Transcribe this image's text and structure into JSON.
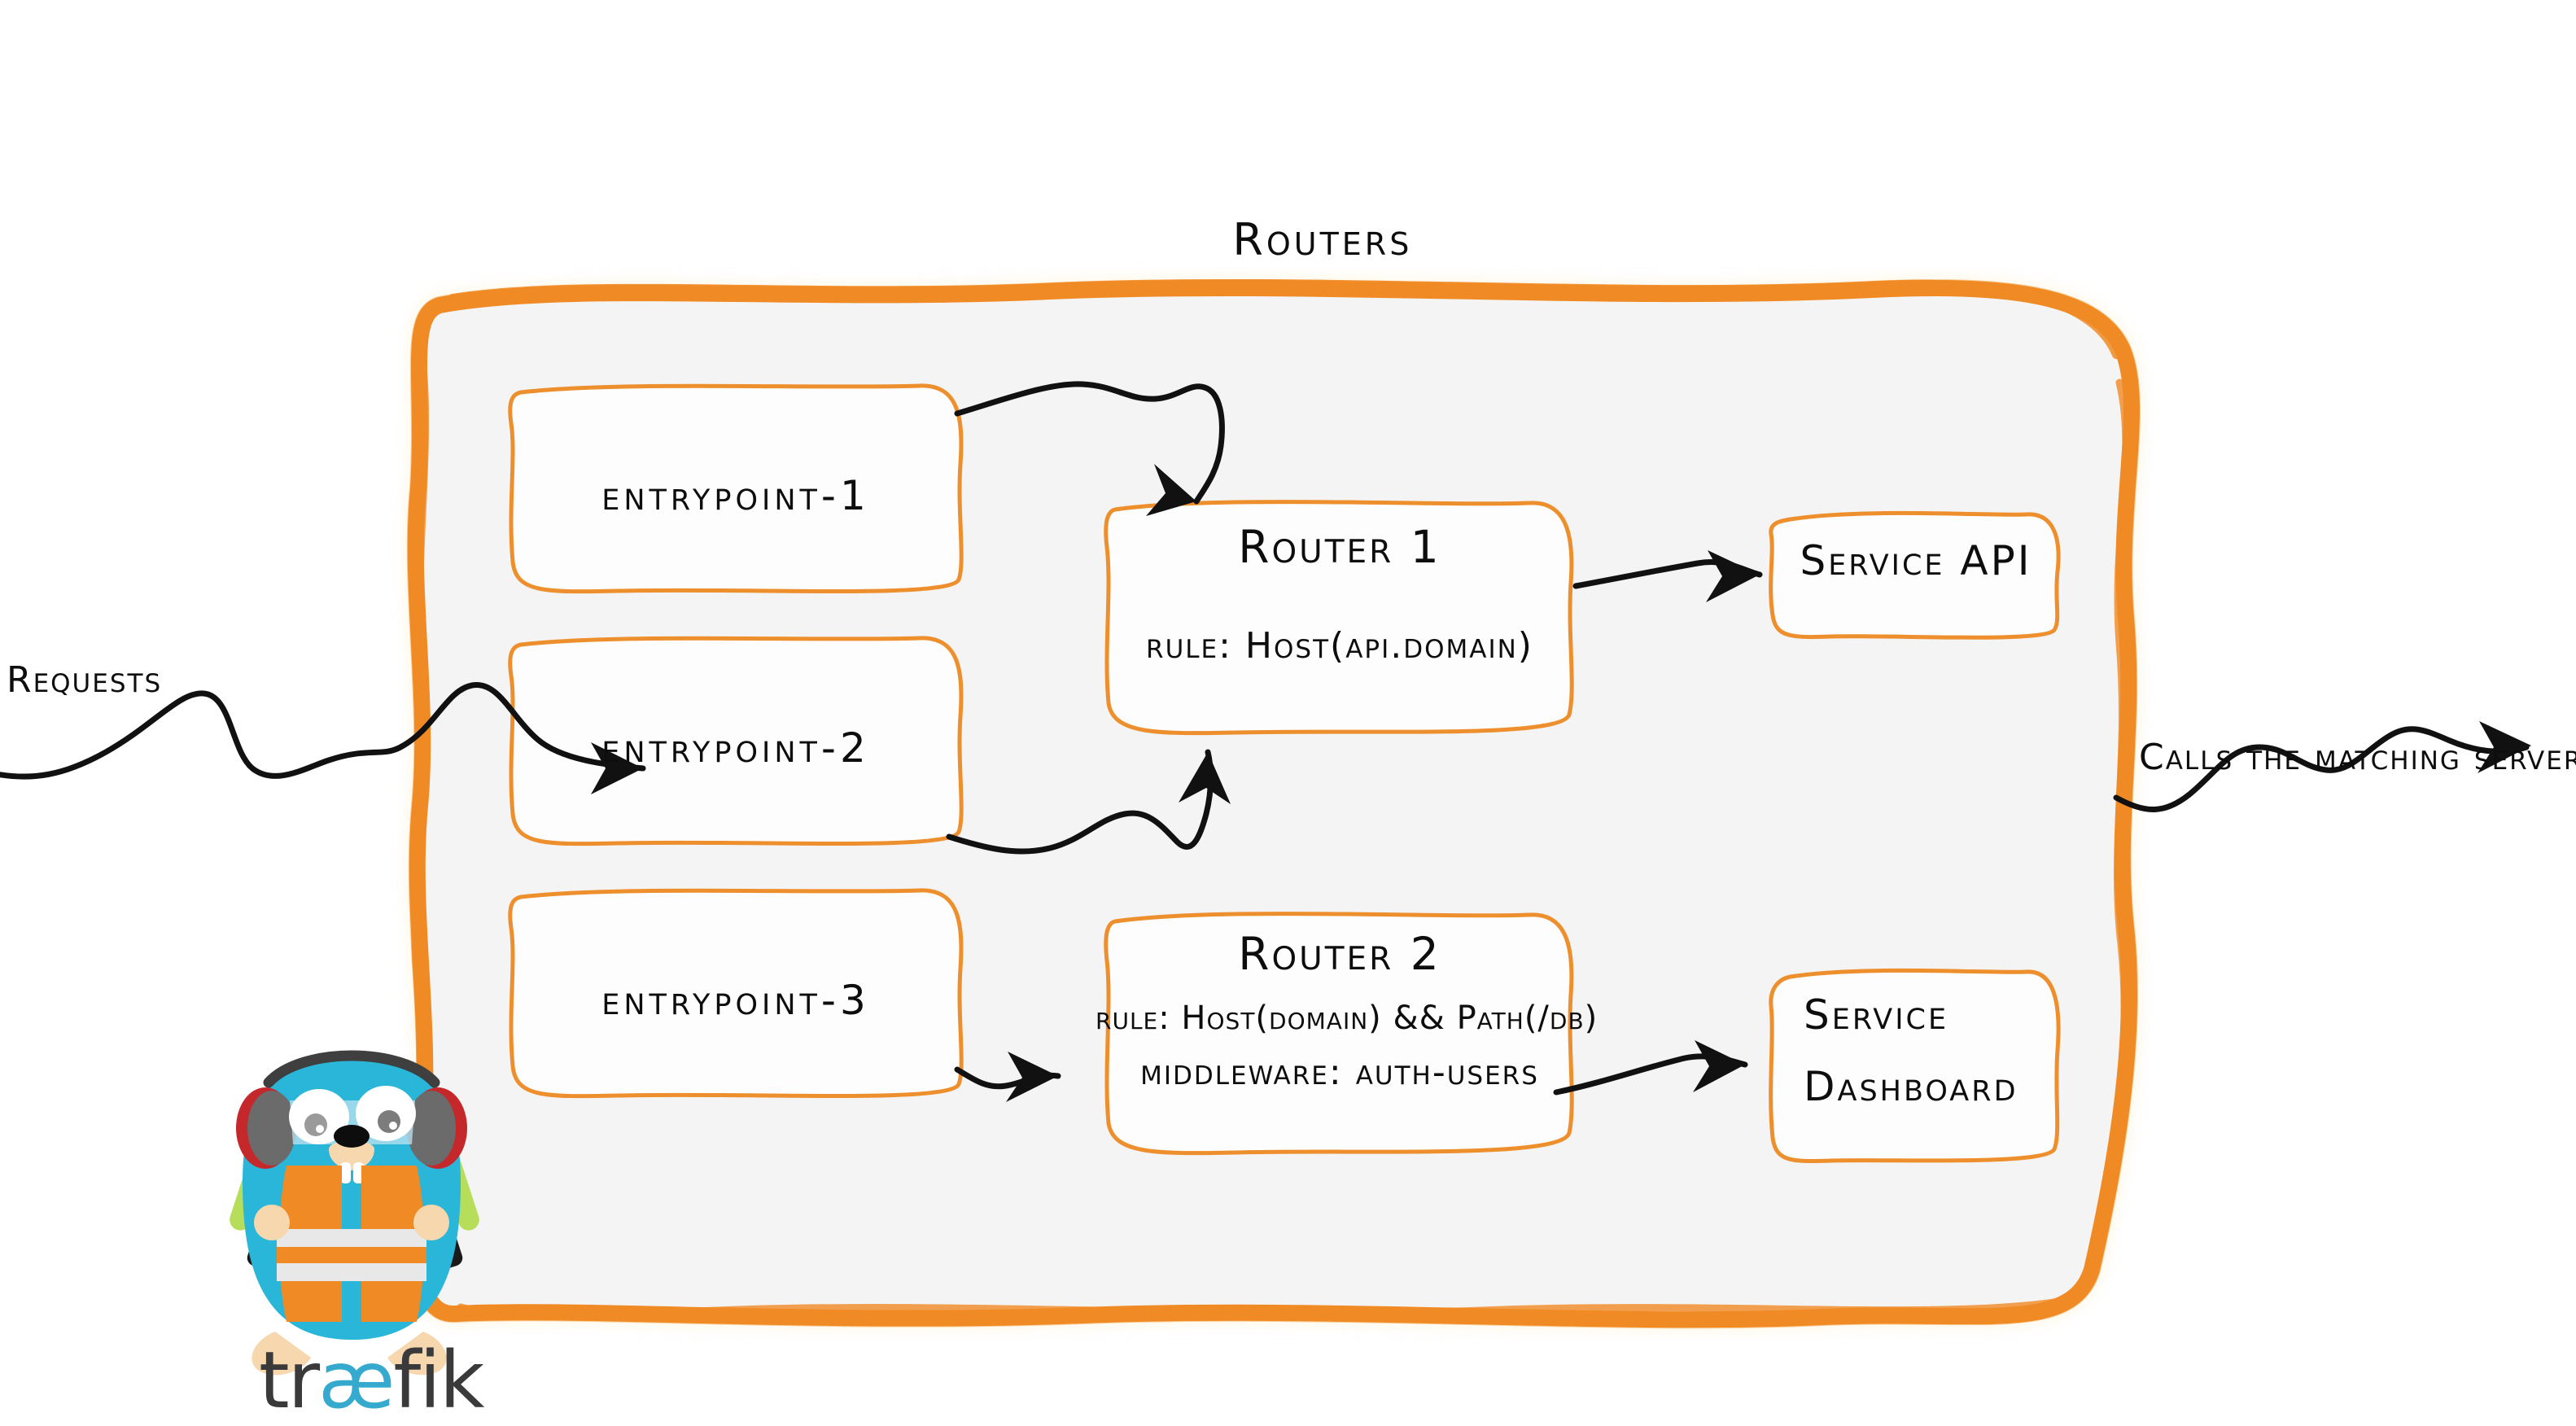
{
  "diagram": {
    "title": "Routers",
    "theme": {
      "accent_orange": "#F08A24",
      "panel_fill": "#F4F4F4",
      "ink": "#111111",
      "gopher_blue": "#29B6D8",
      "vest_orange": "#F08A24",
      "wand_green": "#B7DE5A",
      "logo_dark": "#3A3A3A",
      "logo_cyan": "#35A9CE"
    },
    "left_label": "Requests",
    "right_label": "Calls the matching server",
    "entrypoints": [
      {
        "label": "entrypoint-1"
      },
      {
        "label": "entrypoint-2"
      },
      {
        "label": "entrypoint-3"
      }
    ],
    "routers": [
      {
        "name": "Router 1",
        "lines": [
          "rule: Host(api.domain)"
        ]
      },
      {
        "name": "Router 2",
        "lines": [
          "rule: Host(domain) && Path(/db)",
          "middleware: auth-users"
        ]
      }
    ],
    "services": [
      {
        "lines": [
          "Service API"
        ]
      },
      {
        "lines": [
          "Service",
          "Dashboard"
        ]
      }
    ],
    "brand": {
      "wordmark_before": "tr",
      "wordmark_ligature": "æ",
      "wordmark_after": "fik",
      "mascot": "traefik-gopher"
    }
  }
}
